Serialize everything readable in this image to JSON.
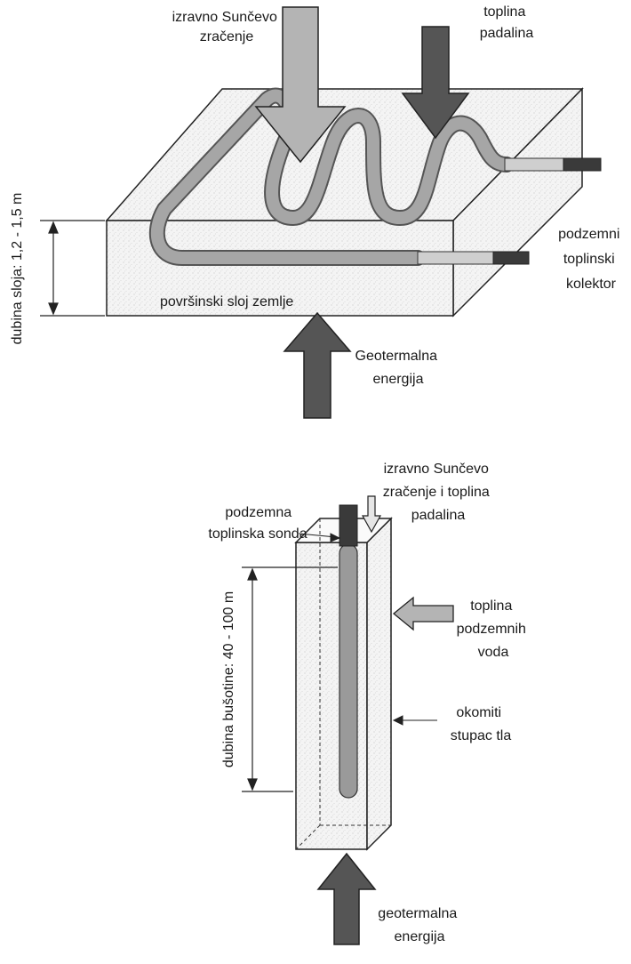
{
  "top_diagram": {
    "solar_label": [
      "izravno Sunčevo",
      "zračenje"
    ],
    "precipitation_label": [
      "toplina",
      "padalina"
    ],
    "collector_label": [
      "podzemni",
      "toplinski",
      "kolektor"
    ],
    "depth_label": "dubina sloja: 1,2 - 1,5 m",
    "surface_label": "površinski sloj zemlje",
    "geothermal_label": [
      "Geotermalna",
      "energija"
    ]
  },
  "bottom_diagram": {
    "probe_label": [
      "podzemna",
      "toplinska sonda"
    ],
    "solar_label": [
      "izravno Sunčevo",
      "zračenje i toplina",
      "padalina"
    ],
    "groundwater_label": [
      "toplina",
      "podzemnih",
      "voda"
    ],
    "column_label": [
      "okomiti",
      "stupac tla"
    ],
    "depth_label": "dubina bušotine: 40 - 100 m",
    "geothermal_label": [
      "geotermalna",
      "energija"
    ]
  },
  "colors": {
    "light_arrow": "#b4b4b4",
    "dark_arrow": "#555555",
    "pipe": "#9a9a9a",
    "pipe_end": "#3a3a3a",
    "soil_speckle": "#ececec"
  }
}
